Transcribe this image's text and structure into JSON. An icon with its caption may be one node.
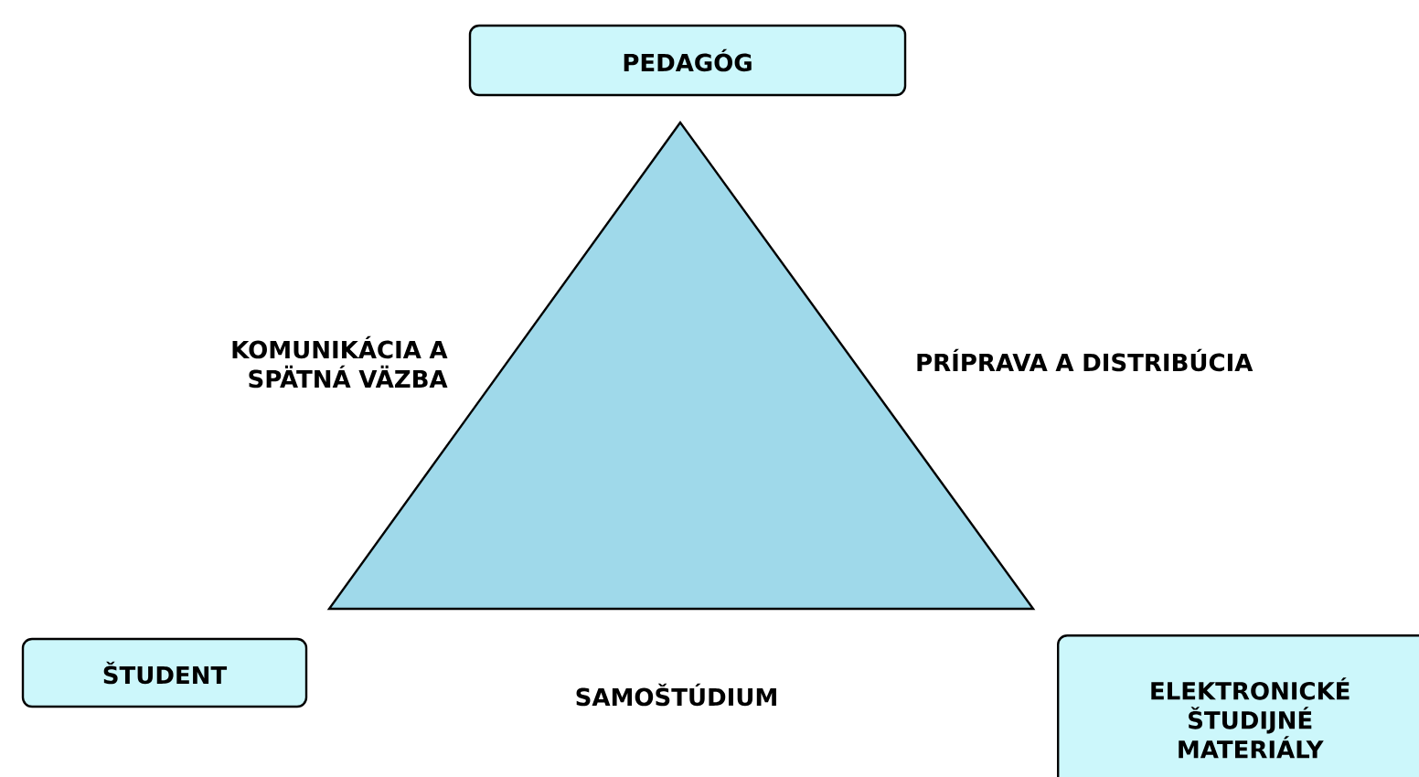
{
  "diagram": {
    "nodes": [
      {
        "text": [
          "PEDAGÓG"
        ]
      },
      {
        "text": [],
        "shape": "triangle"
      },
      {
        "text": [
          "ŠTUDENT"
        ]
      },
      {
        "text": [
          "ELEKTRONICKÉ ŠTUDIJNÉ MATERIÁLY"
        ]
      }
    ],
    "edges": [],
    "labels": [
      "KOMUNIKÁCIA A SPÄTNÁ VÄZBA",
      "PRÍPRAVA A DISTRIBÚCIA",
      "SAMOŠTÚDIUM"
    ]
  }
}
